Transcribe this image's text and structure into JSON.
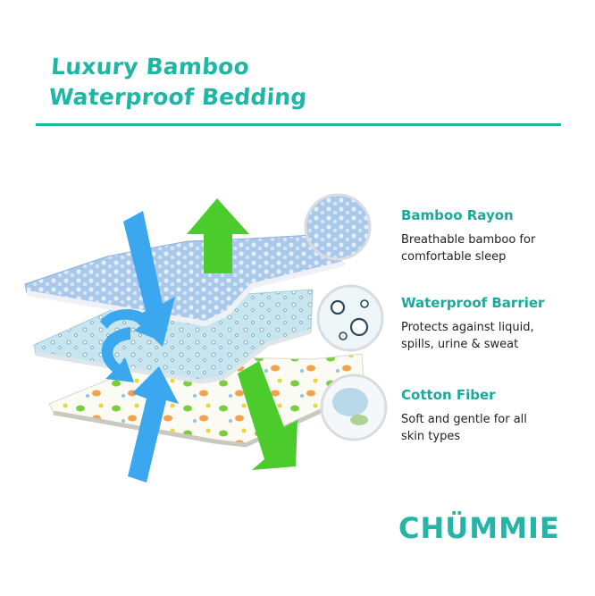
{
  "title": {
    "line1": "Luxury Bamboo",
    "line2": "Waterproof Bedding"
  },
  "features": [
    {
      "name": "Bamboo Rayon",
      "desc_line1": "Breathable bamboo for",
      "desc_line2": "comfortable sleep"
    },
    {
      "name": "Waterproof Barrier",
      "desc_line1": "Protects against liquid,",
      "desc_line2": "spills, urine & sweat"
    },
    {
      "name": "Cotton Fiber",
      "desc_line1": "Soft and gentle for all",
      "desc_line2": "skin types"
    }
  ],
  "brand": "CHÜMMIE",
  "colors": {
    "accent": "#1fb6a4",
    "blue_arrow": "#3aa7ee",
    "green_arrow": "#4ccb2c",
    "bamboo_layer": "#a9c8ea",
    "waterproof_layer": "#bfe3ee"
  }
}
